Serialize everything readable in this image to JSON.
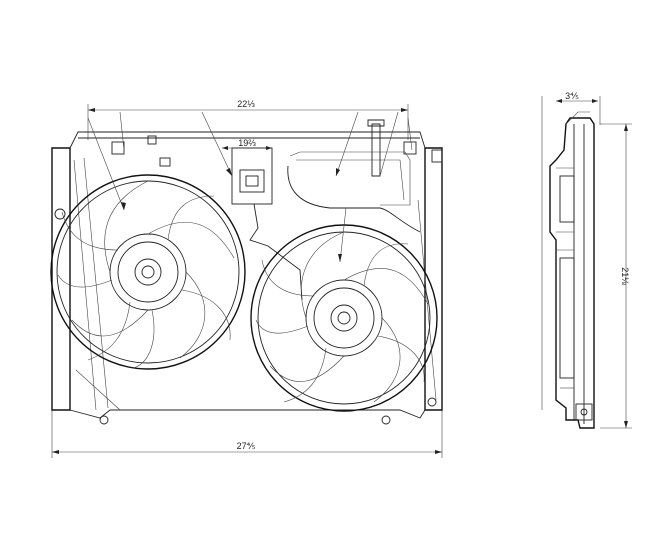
{
  "drawing": {
    "front_view": {
      "dimension_top": "22⅓",
      "dimension_inner": "19⅔",
      "dimension_bottom": "27⅘"
    },
    "side_view": {
      "dimension_top": "3⅘",
      "dimension_right": "21⅛"
    }
  }
}
